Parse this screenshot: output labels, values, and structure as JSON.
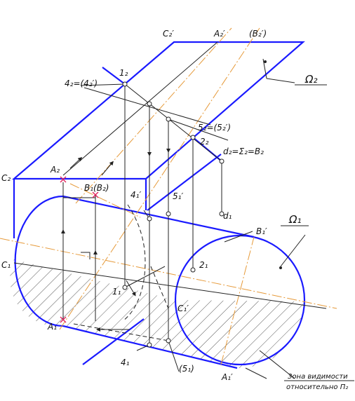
{
  "labels": {
    "C2p": "C₂′",
    "A2p": "A₂′",
    "B2p": "(B₂′)",
    "Omega2": "Ω₂",
    "p1_2": "1₂",
    "p4_2": "4₂=(4₂′)",
    "p5_2": "5₂=(5₂′)",
    "p2_2": "2₂",
    "d2": "d₂=Σ₂=B₂",
    "C2": "C₂",
    "A2": "A₂",
    "B1_B2": "B₁(B₂)",
    "p4_1p": "4₁′",
    "p5_1p": "5₁′",
    "d1": "d₁",
    "B1p": "B₁′",
    "Omega1": "Ω₁",
    "C1": "C₁",
    "p2_1": "2₁",
    "p1_1": "1₁",
    "C1p": "C₁′",
    "A1": "A₁",
    "p4_1": "4₁",
    "p5_1": "(5₁)",
    "A1p": "A₁′",
    "zone_line1": "Зона видимости",
    "zone_line2": "относительно Π₂"
  },
  "colors": {
    "outline": "#1a1aff",
    "axis": "#e69a3a",
    "construction": "#222222",
    "marker": "#e0245e"
  }
}
